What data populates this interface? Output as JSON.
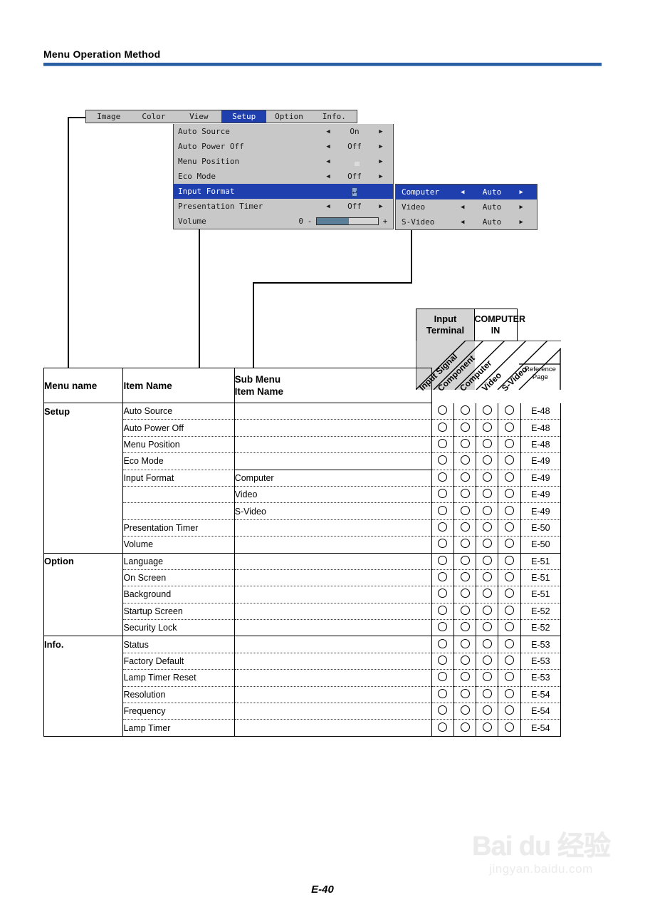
{
  "page": {
    "header_title": "Menu Operation Method",
    "footer": "E-40",
    "watermark_line1": "Bai du 经验",
    "watermark_line2": "jingyan.baidu.com"
  },
  "osd": {
    "tabs": [
      {
        "label": "Image",
        "selected": false
      },
      {
        "label": "Color",
        "selected": false
      },
      {
        "label": "View",
        "selected": false
      },
      {
        "label": "Setup",
        "selected": true
      },
      {
        "label": "Option",
        "selected": false
      },
      {
        "label": "Info.",
        "selected": false
      }
    ],
    "rows": [
      {
        "label": "Auto Source",
        "value": "On",
        "type": "spin",
        "highlight": false
      },
      {
        "label": "Auto Power Off",
        "value": "Off",
        "type": "spin",
        "highlight": false
      },
      {
        "label": "Menu Position",
        "value": "",
        "type": "icon",
        "icon": "menu-position-icon",
        "highlight": false
      },
      {
        "label": "Eco Mode",
        "value": "Off",
        "type": "spin",
        "highlight": false
      },
      {
        "label": "Input Format",
        "value": "",
        "type": "enter",
        "icon": "enter-key-icon",
        "highlight": true
      },
      {
        "label": "Presentation Timer",
        "value": "Off",
        "type": "spin",
        "highlight": false
      },
      {
        "label": "Volume",
        "value": "0",
        "type": "slider",
        "minus": "-",
        "plus": "+",
        "fill_percent": 52,
        "highlight": false
      }
    ],
    "arrow_left": "◀",
    "arrow_right": "▶",
    "submenu": [
      {
        "label": "Computer",
        "value": "Auto",
        "highlight": true
      },
      {
        "label": "Video",
        "value": "Auto",
        "highlight": false
      },
      {
        "label": "S-Video",
        "value": "Auto",
        "highlight": false
      }
    ]
  },
  "terminal_header": {
    "input_terminal": "Input\nTerminal",
    "input_terminal_l1": "Input",
    "input_terminal_l2": "Terminal",
    "computer_in_l1": "COMPUTER",
    "computer_in_l2": "IN",
    "diagonal_labels": [
      "Input Signal",
      "Component",
      "Computer",
      "Video",
      "S-Video"
    ],
    "reference_page_l1": "Reference",
    "reference_page_l2": "Page"
  },
  "table": {
    "headers": {
      "menu_name": "Menu name",
      "item_name": "Item Name",
      "sub_menu_l1": "Sub Menu",
      "sub_menu_l2": "Item Name"
    },
    "rows": [
      {
        "menu": "Setup",
        "item": "Auto Source",
        "sub": "",
        "dots": [
          1,
          1,
          1,
          1
        ],
        "ref": "E-48",
        "group_end": false
      },
      {
        "menu": "",
        "item": "Auto Power Off",
        "sub": "",
        "dots": [
          1,
          1,
          1,
          1
        ],
        "ref": "E-48",
        "group_end": false
      },
      {
        "menu": "",
        "item": "Menu Position",
        "sub": "",
        "dots": [
          1,
          1,
          1,
          1
        ],
        "ref": "E-48",
        "group_end": false
      },
      {
        "menu": "",
        "item": "Eco Mode",
        "sub": "",
        "dots": [
          1,
          1,
          1,
          1
        ],
        "ref": "E-49",
        "group_end": false
      },
      {
        "menu": "",
        "item": "Input Format",
        "sub": "Computer",
        "dots": [
          1,
          1,
          1,
          1
        ],
        "ref": "E-49",
        "group_end": false,
        "sub_start": true
      },
      {
        "menu": "",
        "item": "",
        "sub": "Video",
        "dots": [
          1,
          1,
          1,
          1
        ],
        "ref": "E-49",
        "group_end": false
      },
      {
        "menu": "",
        "item": "",
        "sub": "S-Video",
        "dots": [
          1,
          1,
          1,
          1
        ],
        "ref": "E-49",
        "group_end": false
      },
      {
        "menu": "",
        "item": "Presentation Timer",
        "sub": "",
        "dots": [
          1,
          1,
          1,
          1
        ],
        "ref": "E-50",
        "group_end": false
      },
      {
        "menu": "",
        "item": "Volume",
        "sub": "",
        "dots": [
          1,
          1,
          1,
          1
        ],
        "ref": "E-50",
        "group_end": true
      },
      {
        "menu": "Option",
        "item": "Language",
        "sub": "",
        "dots": [
          1,
          1,
          1,
          1
        ],
        "ref": "E-51",
        "group_end": false
      },
      {
        "menu": "",
        "item": "On Screen",
        "sub": "",
        "dots": [
          1,
          1,
          1,
          1
        ],
        "ref": "E-51",
        "group_end": false
      },
      {
        "menu": "",
        "item": "Background",
        "sub": "",
        "dots": [
          1,
          1,
          1,
          1
        ],
        "ref": "E-51",
        "group_end": false
      },
      {
        "menu": "",
        "item": "Startup Screen",
        "sub": "",
        "dots": [
          1,
          1,
          1,
          1
        ],
        "ref": "E-52",
        "group_end": false
      },
      {
        "menu": "",
        "item": "Security Lock",
        "sub": "",
        "dots": [
          1,
          1,
          1,
          1
        ],
        "ref": "E-52",
        "group_end": true
      },
      {
        "menu": "Info.",
        "item": "Status",
        "sub": "",
        "dots": [
          1,
          1,
          1,
          1
        ],
        "ref": "E-53",
        "group_end": false
      },
      {
        "menu": "",
        "item": "Factory Default",
        "sub": "",
        "dots": [
          1,
          1,
          1,
          1
        ],
        "ref": "E-53",
        "group_end": false
      },
      {
        "menu": "",
        "item": "Lamp Timer Reset",
        "sub": "",
        "dots": [
          1,
          1,
          1,
          1
        ],
        "ref": "E-53",
        "group_end": false
      },
      {
        "menu": "",
        "item": "Resolution",
        "sub": "",
        "dots": [
          1,
          1,
          1,
          1
        ],
        "ref": "E-54",
        "group_end": false
      },
      {
        "menu": "",
        "item": "Frequency",
        "sub": "",
        "dots": [
          1,
          1,
          1,
          1
        ],
        "ref": "E-54",
        "group_end": false
      },
      {
        "menu": "",
        "item": "Lamp Timer",
        "sub": "",
        "dots": [
          1,
          1,
          1,
          1
        ],
        "ref": "E-54",
        "group_end": true
      }
    ]
  },
  "colors": {
    "accent_rule": "#2a5fa5",
    "osd_highlight": "#1f3faf",
    "osd_background": "#c8c8c8",
    "shade": "#d4d4d4",
    "slider_fill": "#5b7f99"
  }
}
